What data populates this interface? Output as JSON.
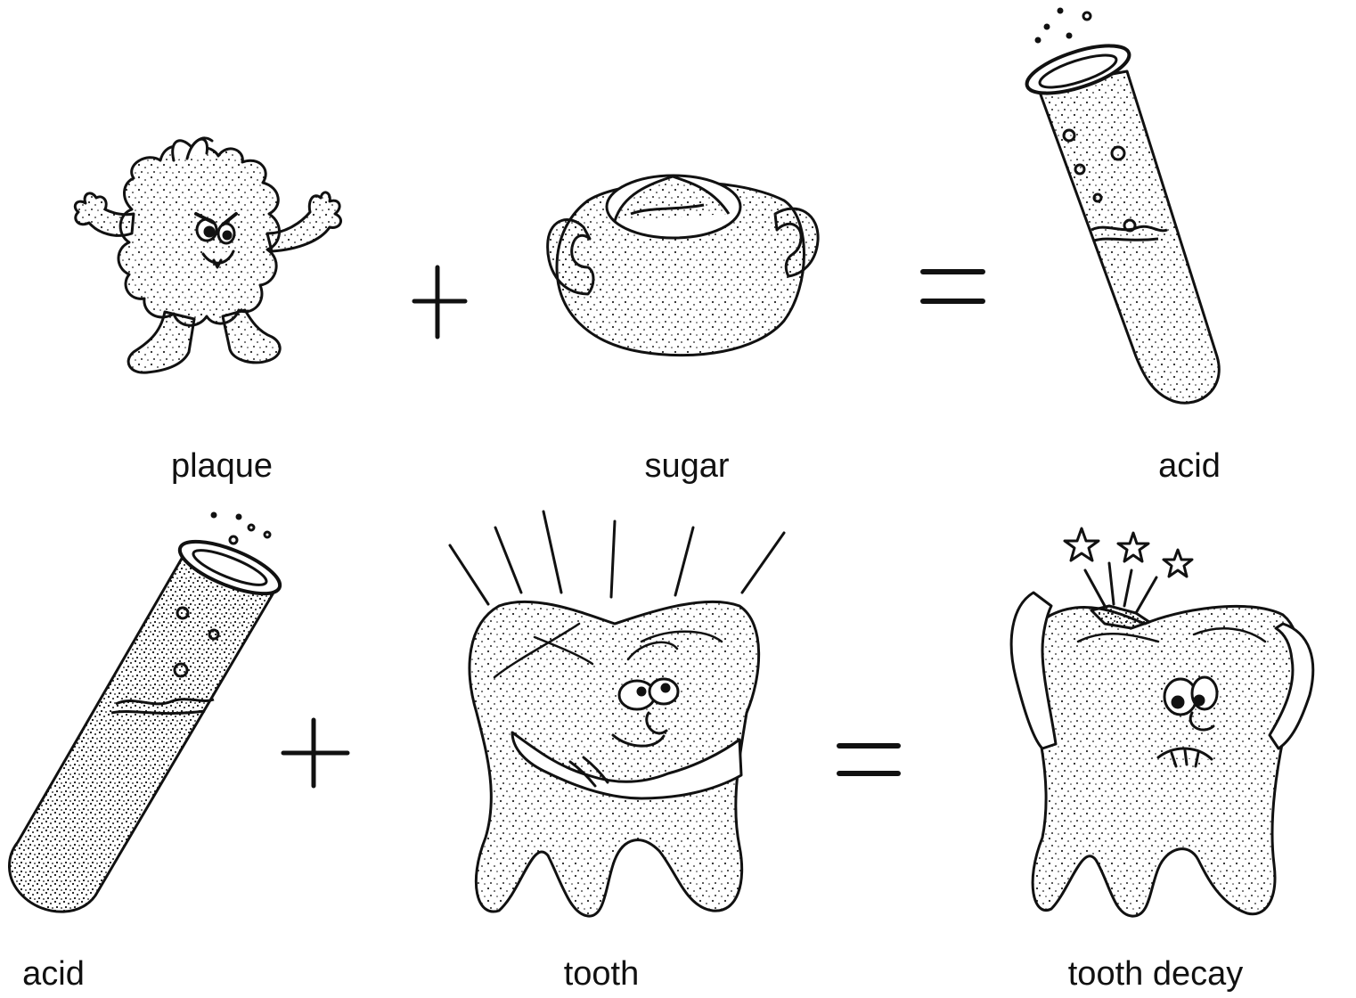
{
  "equations": [
    {
      "terms": [
        {
          "label": "plaque",
          "icon": "plaque-germ-icon"
        },
        {
          "label": "sugar",
          "icon": "sugar-bowl-icon"
        }
      ],
      "operator": "+",
      "equals": "=",
      "result": {
        "label": "acid",
        "icon": "acid-test-tube-icon"
      }
    },
    {
      "terms": [
        {
          "label": "acid",
          "icon": "acid-test-tube-icon"
        },
        {
          "label": "tooth",
          "icon": "happy-tooth-icon"
        }
      ],
      "operator": "+",
      "equals": "=",
      "result": {
        "label": "tooth decay",
        "icon": "decayed-tooth-icon"
      }
    }
  ],
  "colors": {
    "ink": "#111111",
    "paper": "#ffffff"
  }
}
